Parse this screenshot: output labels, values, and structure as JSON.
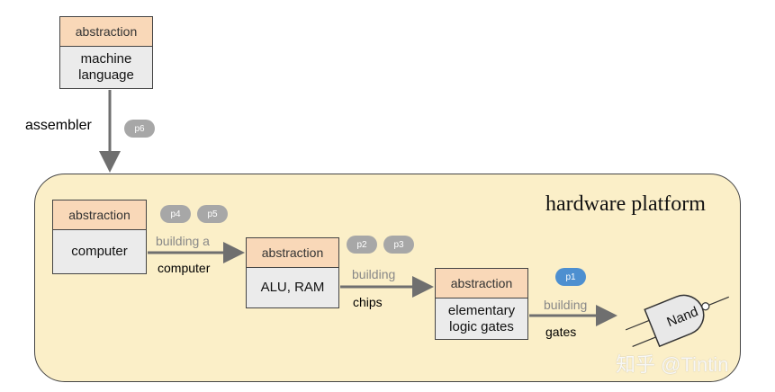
{
  "top_box": {
    "header": "abstraction",
    "body_line1": "machine",
    "body_line2": "language"
  },
  "assembler": {
    "label": "assembler",
    "badge": "p6"
  },
  "platform": {
    "title": "hardware platform"
  },
  "computer_box": {
    "header": "abstraction",
    "body": "computer",
    "badges": [
      "p4",
      "p5"
    ]
  },
  "arrow1": {
    "gray": "building a",
    "black": "computer"
  },
  "alu_box": {
    "header": "abstraction",
    "body": "ALU, RAM",
    "badges": [
      "p2",
      "p3"
    ]
  },
  "arrow2": {
    "gray": "building",
    "black": "chips"
  },
  "gates_box": {
    "header": "abstraction",
    "body_line1": "elementary",
    "body_line2": "logic gates",
    "badge": "p1"
  },
  "arrow3": {
    "gray": "building",
    "black": "gates"
  },
  "nand": {
    "label": "Nand"
  },
  "watermark": "知乎 @Tintin",
  "colors": {
    "platform": "#fbefc8",
    "header": "#f9d8b8",
    "body": "#ebebeb",
    "badge_gray": "#a7a7a7",
    "badge_blue": "#4d8fd0"
  }
}
